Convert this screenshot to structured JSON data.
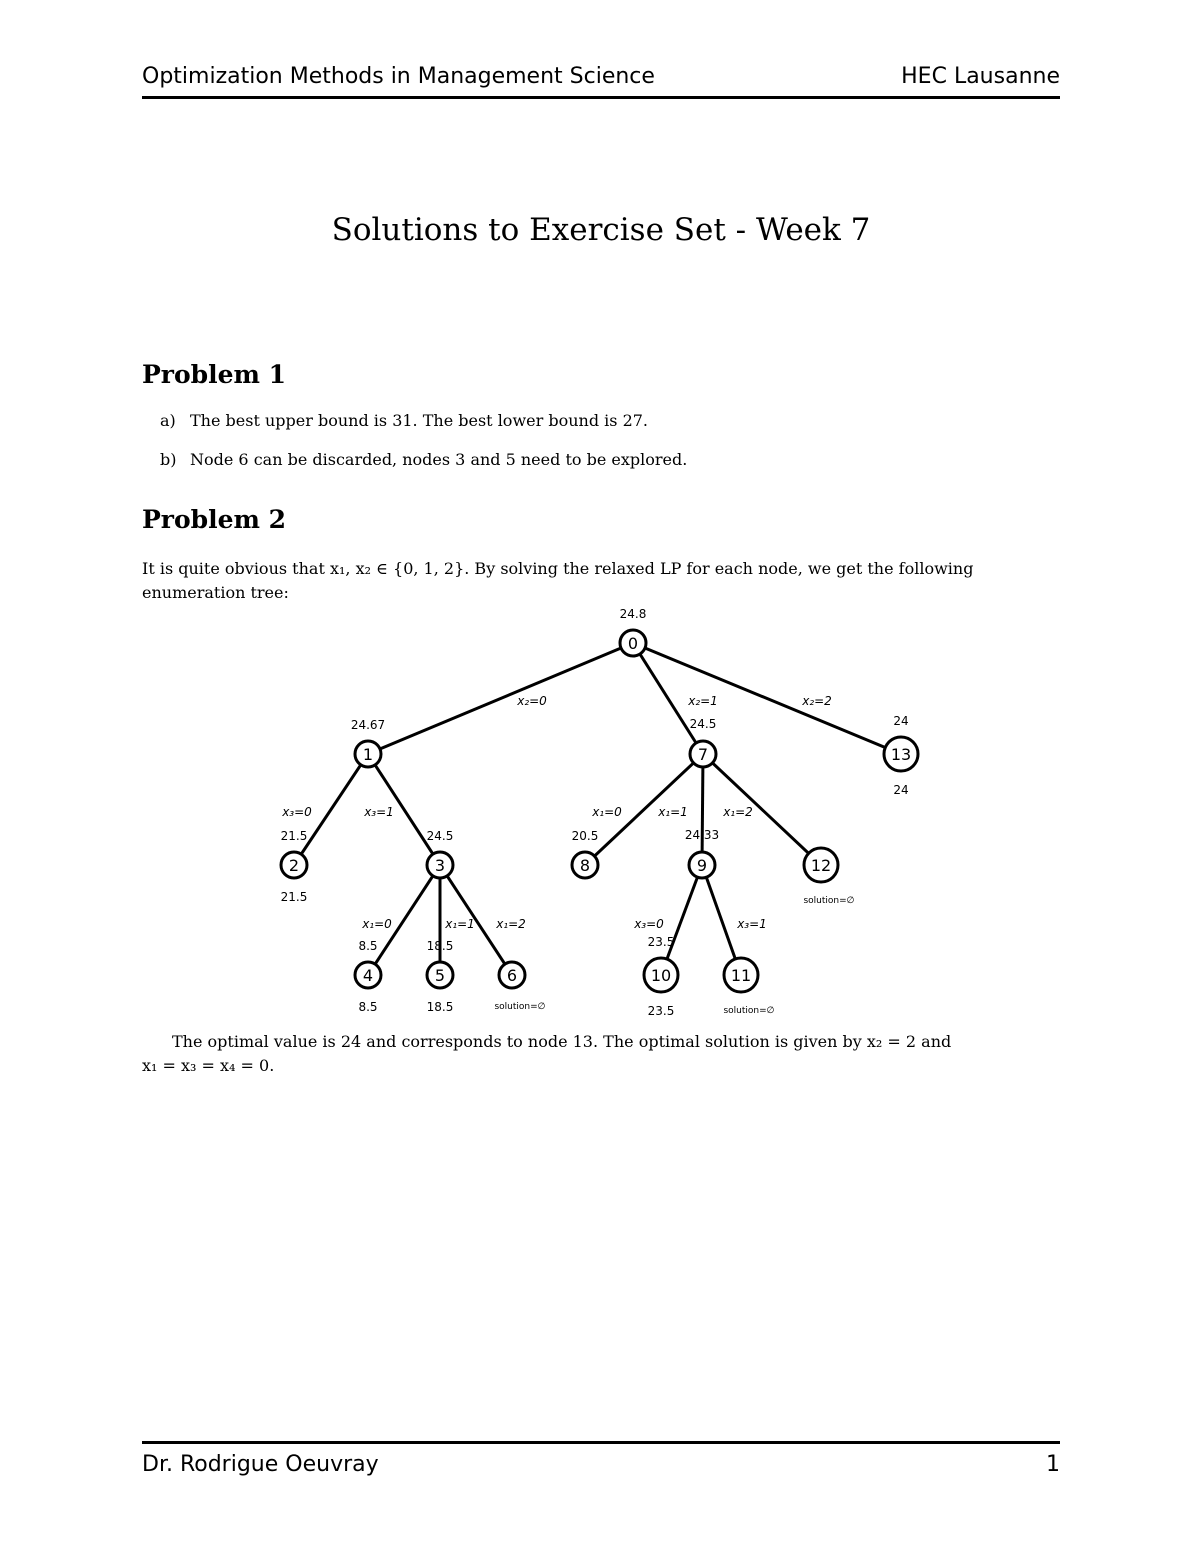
{
  "header": {
    "left": "Optimization Methods in Management Science",
    "right": "HEC Lausanne"
  },
  "title": "Solutions to Exercise Set - Week 7",
  "problem1": {
    "heading": "Problem 1",
    "items": [
      {
        "label": "a)",
        "text": "The best upper bound is 31. The best lower bound is 27."
      },
      {
        "label": "b)",
        "text": "Node 6 can be discarded, nodes 3 and 5 need to be explored."
      }
    ]
  },
  "problem2": {
    "heading": "Problem 2",
    "intro_line1": "It is quite obvious that x₁, x₂ ∈ {0, 1, 2}. By solving the relaxed LP for each node, we get the following",
    "intro_line2": "enumeration tree:",
    "conclusion_line1": "The optimal value is 24 and corresponds to node 13. The optimal solution is given by x₂ = 2 and",
    "conclusion_line2": "x₁ = x₃ = x₄ = 0."
  },
  "tree": {
    "nodes": [
      {
        "id": "0",
        "label": "0",
        "top_value": "24.8",
        "bottom_value": ""
      },
      {
        "id": "1",
        "label": "1",
        "top_value": "24.67",
        "bottom_value": ""
      },
      {
        "id": "7",
        "label": "7",
        "top_value": "24.5",
        "bottom_value": ""
      },
      {
        "id": "13",
        "label": "13",
        "top_value": "24",
        "bottom_value": "24"
      },
      {
        "id": "2",
        "label": "2",
        "top_value": "21.5",
        "bottom_value": "21.5"
      },
      {
        "id": "3",
        "label": "3",
        "top_value": "24.5",
        "bottom_value": ""
      },
      {
        "id": "8",
        "label": "8",
        "top_value": "20.5",
        "bottom_value": ""
      },
      {
        "id": "9",
        "label": "9",
        "top_value": "24.33",
        "bottom_value": ""
      },
      {
        "id": "12",
        "label": "12",
        "top_value": "",
        "bottom_value": "solution=∅"
      },
      {
        "id": "4",
        "label": "4",
        "top_value": "8.5",
        "bottom_value": "8.5"
      },
      {
        "id": "5",
        "label": "5",
        "top_value": "18.5",
        "bottom_value": "18.5"
      },
      {
        "id": "6",
        "label": "6",
        "top_value": "",
        "bottom_value": "solution=∅"
      },
      {
        "id": "10",
        "label": "10",
        "top_value": "23.5",
        "bottom_value": "23.5"
      },
      {
        "id": "11",
        "label": "11",
        "top_value": "",
        "bottom_value": "solution=∅"
      }
    ],
    "edges": [
      {
        "from": "0",
        "to": "1",
        "label": "x₂=0"
      },
      {
        "from": "0",
        "to": "7",
        "label": "x₂=1"
      },
      {
        "from": "0",
        "to": "13",
        "label": "x₂=2"
      },
      {
        "from": "1",
        "to": "2",
        "label": "x₃=0"
      },
      {
        "from": "1",
        "to": "3",
        "label": "x₃=1"
      },
      {
        "from": "7",
        "to": "8",
        "label": "x₁=0"
      },
      {
        "from": "7",
        "to": "9",
        "label": "x₁=1"
      },
      {
        "from": "7",
        "to": "12",
        "label": "x₁=2"
      },
      {
        "from": "3",
        "to": "4",
        "label": "x₁=0"
      },
      {
        "from": "3",
        "to": "5",
        "label": "x₁=1"
      },
      {
        "from": "3",
        "to": "6",
        "label": "x₁=2"
      },
      {
        "from": "9",
        "to": "10",
        "label": "x₃=0"
      },
      {
        "from": "9",
        "to": "11",
        "label": "x₃=1"
      }
    ]
  },
  "footer": {
    "left": "Dr. Rodrigue Oeuvray",
    "right": "1"
  }
}
